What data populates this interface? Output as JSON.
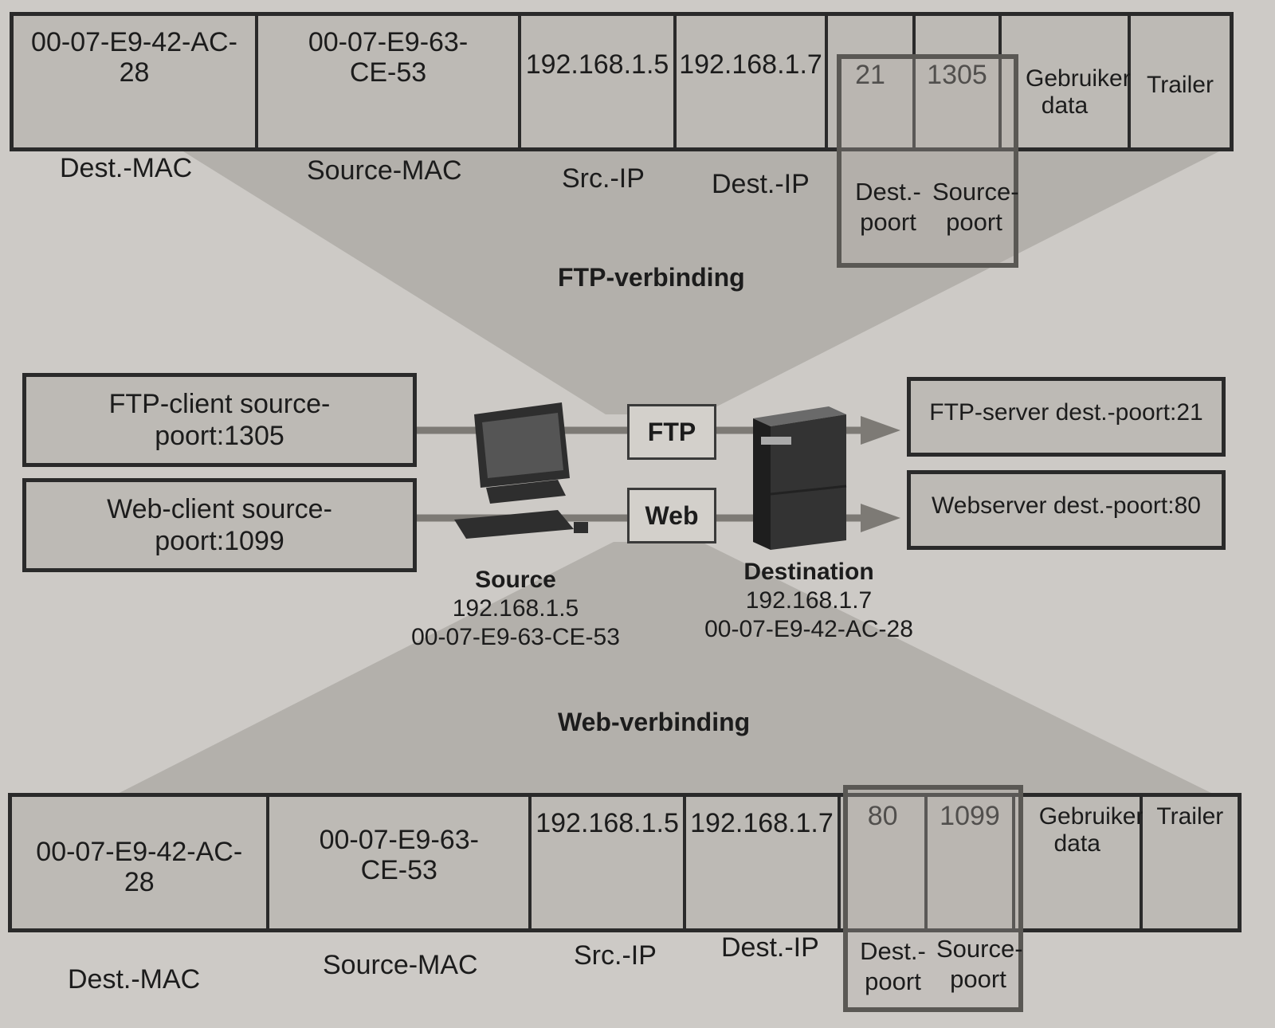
{
  "ftp_frame": {
    "cells": [
      "00-07-E9-42-AC-28",
      "00-07-E9-63-CE-53",
      "192.168.1.5",
      "192.168.1.7",
      "21",
      "1305",
      "Gebruikers-data",
      "Trailer"
    ],
    "field_labels": {
      "dest_mac": "Dest.-MAC",
      "source_mac": "Source-MAC",
      "src_ip": "Src.-IP",
      "dest_ip": "Dest.-IP",
      "dest_port": "Dest.-poort",
      "source_port": "Source-poort"
    }
  },
  "ftp_title": "FTP-verbinding",
  "web_frame": {
    "cells": [
      "00-07-E9-42-AC-28",
      "00-07-E9-63-CE-53",
      "192.168.1.5",
      "192.168.1.7",
      "80",
      "1099",
      "Gebruikers-data",
      "Trailer"
    ],
    "field_labels": {
      "dest_mac": "Dest.-MAC",
      "source_mac": "Source-MAC",
      "src_ip": "Src.-IP",
      "dest_ip": "Dest.-IP",
      "dest_port": "Dest.-poort",
      "source_port": "Source-poort"
    }
  },
  "web_title": "Web-verbinding",
  "clients": {
    "ftp": "FTP-client source-poort:1305",
    "web": "Web-client source-poort:1099"
  },
  "servers": {
    "ftp": "FTP-server dest.-poort:21",
    "web": "Webserver dest.-poort:80"
  },
  "tags": {
    "ftp": "FTP",
    "web": "Web"
  },
  "source": {
    "name": "Source",
    "ip": "192.168.1.5",
    "mac": "00-07-E9-63-CE-53"
  },
  "destination": {
    "name": "Destination",
    "ip": "192.168.1.7",
    "mac": "00-07-E9-42-AC-28"
  }
}
